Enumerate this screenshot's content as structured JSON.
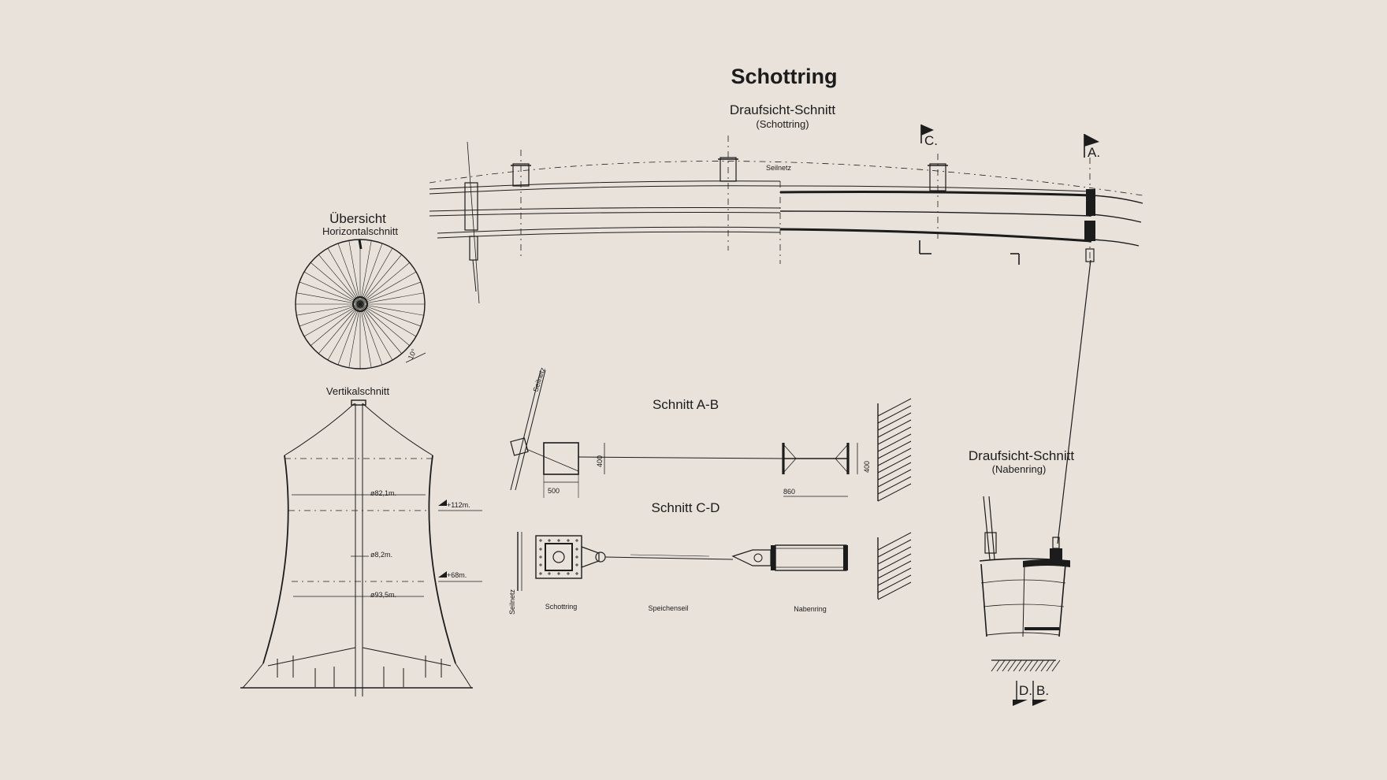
{
  "title": "Schottring",
  "plan_top": {
    "heading": "Draufsicht-Schnitt",
    "subheading": "(Schottring)",
    "cable_net_label": "Seilnetz",
    "marker_c": "C.",
    "marker_a": "A."
  },
  "overview": {
    "heading": "Übersicht",
    "subheading": "Horizontalschnitt",
    "angle_label": "10°"
  },
  "vertical_section": {
    "heading": "Vertikalschnitt",
    "dim_top_diameter": "ø82,1m.",
    "dim_height_upper": "+112m.",
    "dim_hub_diameter": "ø8,2m.",
    "dim_height_lower": "+68m.",
    "dim_base_diameter": "ø93,5m."
  },
  "section_ab": {
    "heading": "Schnitt A-B",
    "cable_net_label": "Seilnetz",
    "dim_width_left": "500",
    "dim_height_left": "400",
    "dim_width_right": "860",
    "dim_height_right": "400"
  },
  "section_cd": {
    "heading": "Schnitt C-D",
    "cable_net_label": "Seilnetz",
    "label_bulkhead_ring": "Schottring",
    "label_spoke_cable": "Speichenseil",
    "label_hub_ring": "Nabenring"
  },
  "plan_hub": {
    "heading": "Draufsicht-Schnitt",
    "subheading": "(Nabenring)",
    "marker_d": "D.",
    "marker_b": "B."
  },
  "colors": {
    "background": "#e8e2da",
    "ink": "#1c1c1c"
  }
}
